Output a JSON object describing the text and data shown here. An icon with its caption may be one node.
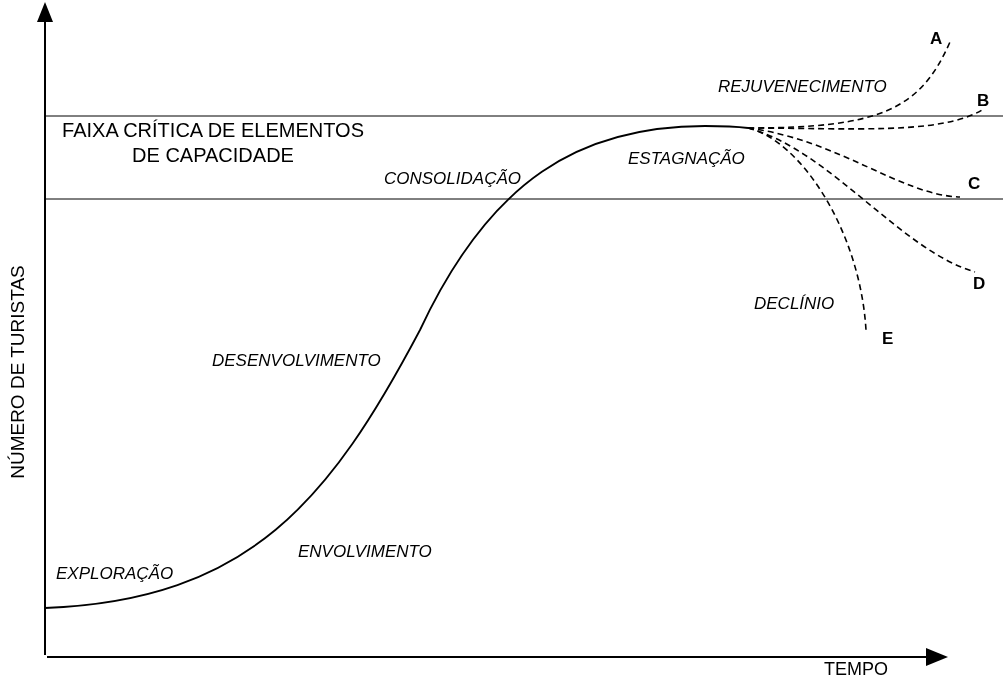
{
  "diagram": {
    "labels": [
      "A",
      "REJUVENECIMENTO",
      "B",
      "FAIXA CRÍTICA DE ELEMENTOS DE CAPACIDADE",
      "CONSOLIDAÇÃO",
      "ESTAGNAÇÃO",
      "C",
      "NÚMERO DE TURISTAS",
      "D",
      "DECLÍNIO",
      "E",
      "DESENVOLVIMENTO",
      "ENVOLVIMENTO",
      "EXPLORAÇÃO",
      "TEMPO"
    ]
  }
}
